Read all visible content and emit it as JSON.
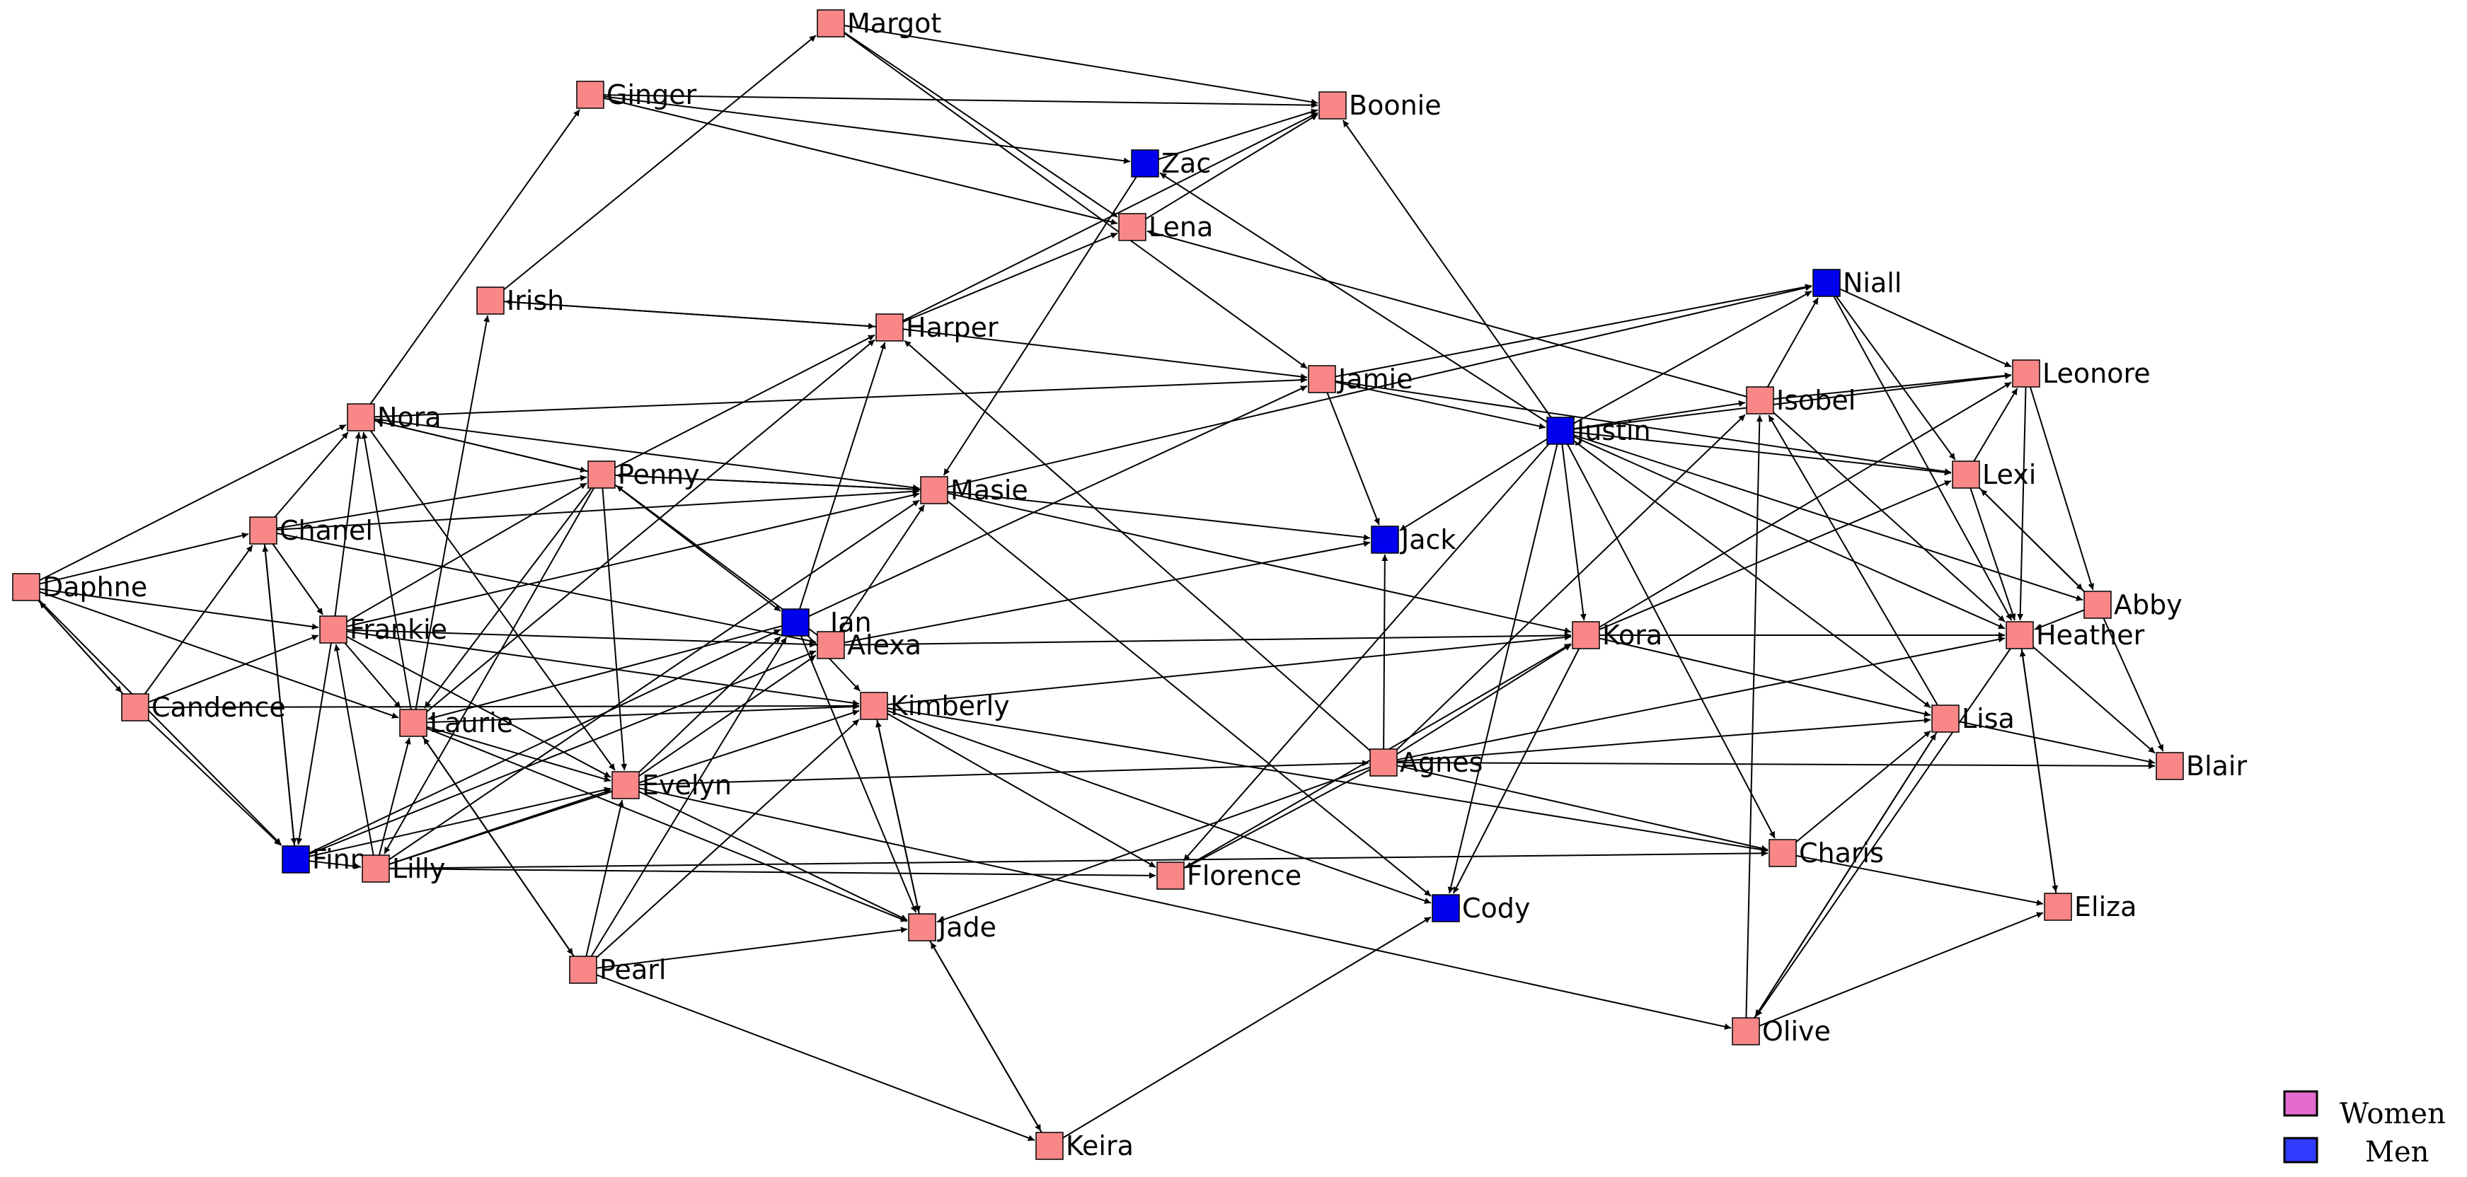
{
  "colors": {
    "women": "#f98787",
    "men": "#0000ee",
    "legend_women": "#e46ccf",
    "legend_men": "#2f3cff",
    "edge": "#000000"
  },
  "legend": {
    "women_label": "Women",
    "men_label": "Men"
  },
  "nodes": [
    {
      "id": "Margot",
      "label": "Margot",
      "gender": "women"
    },
    {
      "id": "Ginger",
      "label": "Ginger",
      "gender": "women"
    },
    {
      "id": "Boonie",
      "label": "Boonie",
      "gender": "women"
    },
    {
      "id": "Zac",
      "label": "Zac",
      "gender": "men"
    },
    {
      "id": "Lena",
      "label": "Lena",
      "gender": "women"
    },
    {
      "id": "Niall",
      "label": "Niall",
      "gender": "men"
    },
    {
      "id": "Irish",
      "label": "Irish",
      "gender": "women"
    },
    {
      "id": "Harper",
      "label": "Harper",
      "gender": "women"
    },
    {
      "id": "Jamie",
      "label": "Jamie",
      "gender": "women"
    },
    {
      "id": "Leonore",
      "label": "Leonore",
      "gender": "women"
    },
    {
      "id": "Isobel",
      "label": "Isobel",
      "gender": "women"
    },
    {
      "id": "Nora",
      "label": "Nora",
      "gender": "women"
    },
    {
      "id": "Justin",
      "label": "Justin",
      "gender": "men"
    },
    {
      "id": "Penny",
      "label": "Penny",
      "gender": "women"
    },
    {
      "id": "Lexi",
      "label": "Lexi",
      "gender": "women"
    },
    {
      "id": "Masie",
      "label": "Masie",
      "gender": "women"
    },
    {
      "id": "Chanel",
      "label": "Chanel",
      "gender": "women"
    },
    {
      "id": "Jack",
      "label": "Jack",
      "gender": "men"
    },
    {
      "id": "Daphne",
      "label": "Daphne",
      "gender": "women"
    },
    {
      "id": "Abby",
      "label": "Abby",
      "gender": "women"
    },
    {
      "id": "Ian",
      "label": "Ian",
      "gender": "men"
    },
    {
      "id": "Frankie",
      "label": "Frankie",
      "gender": "women"
    },
    {
      "id": "Alexa",
      "label": "Alexa",
      "gender": "women"
    },
    {
      "id": "Kora",
      "label": "Kora",
      "gender": "women"
    },
    {
      "id": "Heather",
      "label": "Heather",
      "gender": "women"
    },
    {
      "id": "Candence",
      "label": "Candence",
      "gender": "women"
    },
    {
      "id": "Kimberly",
      "label": "Kimberly",
      "gender": "women"
    },
    {
      "id": "Laurie",
      "label": "Laurie",
      "gender": "women"
    },
    {
      "id": "Lisa",
      "label": "Lisa",
      "gender": "women"
    },
    {
      "id": "Agnes",
      "label": "Agnes",
      "gender": "women"
    },
    {
      "id": "Blair",
      "label": "Blair",
      "gender": "women"
    },
    {
      "id": "Evelyn",
      "label": "Evelyn",
      "gender": "women"
    },
    {
      "id": "Finn",
      "label": "Finn",
      "gender": "men"
    },
    {
      "id": "Lilly",
      "label": "Lilly",
      "gender": "women"
    },
    {
      "id": "Charis",
      "label": "Charis",
      "gender": "women"
    },
    {
      "id": "Florence",
      "label": "Florence",
      "gender": "women"
    },
    {
      "id": "Cody",
      "label": "Cody",
      "gender": "men"
    },
    {
      "id": "Eliza",
      "label": "Eliza",
      "gender": "women"
    },
    {
      "id": "Jade",
      "label": "Jade",
      "gender": "women"
    },
    {
      "id": "Pearl",
      "label": "Pearl",
      "gender": "women"
    },
    {
      "id": "Olive",
      "label": "Olive",
      "gender": "women"
    },
    {
      "id": "Keira",
      "label": "Keira",
      "gender": "women"
    }
  ],
  "edges": [
    [
      "Ginger",
      "Boonie"
    ],
    [
      "Ginger",
      "Zac"
    ],
    [
      "Ginger",
      "Lena"
    ],
    [
      "Margot",
      "Boonie"
    ],
    [
      "Margot",
      "Lena"
    ],
    [
      "Margot",
      "Jamie"
    ],
    [
      "Irish",
      "Margot"
    ],
    [
      "Nora",
      "Ginger"
    ],
    [
      "Zac",
      "Boonie"
    ],
    [
      "Zac",
      "Masie"
    ],
    [
      "Lena",
      "Boonie"
    ],
    [
      "Harper",
      "Boonie"
    ],
    [
      "Harper",
      "Lena"
    ],
    [
      "Justin",
      "Boonie"
    ],
    [
      "Justin",
      "Zac"
    ],
    [
      "Irish",
      "Harper"
    ],
    [
      "Harper",
      "Irish"
    ],
    [
      "Harper",
      "Jamie"
    ],
    [
      "Isobel",
      "Lena"
    ],
    [
      "Jamie",
      "Niall"
    ],
    [
      "Jamie",
      "Justin"
    ],
    [
      "Jamie",
      "Lexi"
    ],
    [
      "Jamie",
      "Jack"
    ],
    [
      "Nora",
      "Jamie"
    ],
    [
      "Isobel",
      "Niall"
    ],
    [
      "Isobel",
      "Leonore"
    ],
    [
      "Isobel",
      "Heather"
    ],
    [
      "Lisa",
      "Isobel"
    ],
    [
      "Justin",
      "Isobel"
    ],
    [
      "Niall",
      "Leonore"
    ],
    [
      "Niall",
      "Lexi"
    ],
    [
      "Niall",
      "Heather"
    ],
    [
      "Justin",
      "Niall"
    ],
    [
      "Masie",
      "Niall"
    ],
    [
      "Leonore",
      "Abby"
    ],
    [
      "Leonore",
      "Heather"
    ],
    [
      "Lexi",
      "Leonore"
    ],
    [
      "Justin",
      "Leonore"
    ],
    [
      "Kora",
      "Leonore"
    ],
    [
      "Justin",
      "Lexi"
    ],
    [
      "Justin",
      "Abby"
    ],
    [
      "Justin",
      "Jack"
    ],
    [
      "Justin",
      "Kora"
    ],
    [
      "Justin",
      "Charis"
    ],
    [
      "Justin",
      "Heather"
    ],
    [
      "Justin",
      "Lisa"
    ],
    [
      "Justin",
      "Florence"
    ],
    [
      "Justin",
      "Cody"
    ],
    [
      "Lexi",
      "Abby"
    ],
    [
      "Lexi",
      "Heather"
    ],
    [
      "Abby",
      "Lexi"
    ],
    [
      "Abby",
      "Heather"
    ],
    [
      "Abby",
      "Blair"
    ],
    [
      "Heather",
      "Blair"
    ],
    [
      "Heather",
      "Eliza"
    ],
    [
      "Eliza",
      "Heather"
    ],
    [
      "Heather",
      "Olive"
    ],
    [
      "Olive",
      "Eliza"
    ],
    [
      "Charis",
      "Eliza"
    ],
    [
      "Lisa",
      "Blair"
    ],
    [
      "Olive",
      "Lisa"
    ],
    [
      "Lisa",
      "Olive"
    ],
    [
      "Kora",
      "Lisa"
    ],
    [
      "Kora",
      "Lexi"
    ],
    [
      "Kora",
      "Cody"
    ],
    [
      "Kora",
      "Heather"
    ],
    [
      "Agnes",
      "Kora"
    ],
    [
      "Agnes",
      "Lisa"
    ],
    [
      "Agnes",
      "Blair"
    ],
    [
      "Agnes",
      "Charis"
    ],
    [
      "Agnes",
      "Jack"
    ],
    [
      "Agnes",
      "Isobel"
    ],
    [
      "Agnes",
      "Heather"
    ],
    [
      "Agnes",
      "Harper"
    ],
    [
      "Agnes",
      "Florence"
    ],
    [
      "Agnes",
      "Jade"
    ],
    [
      "Masie",
      "Jack"
    ],
    [
      "Masie",
      "Kora"
    ],
    [
      "Masie",
      "Cody"
    ],
    [
      "Masie",
      "Penny"
    ],
    [
      "Penny",
      "Masie"
    ],
    [
      "Penny",
      "Harper"
    ],
    [
      "Penny",
      "Evelyn"
    ],
    [
      "Penny",
      "Laurie"
    ],
    [
      "Penny",
      "Lilly"
    ],
    [
      "Penny",
      "Ian"
    ],
    [
      "Penny",
      "Nora"
    ],
    [
      "Nora",
      "Penny"
    ],
    [
      "Nora",
      "Evelyn"
    ],
    [
      "Nora",
      "Masie"
    ],
    [
      "Chanel",
      "Penny"
    ],
    [
      "Chanel",
      "Nora"
    ],
    [
      "Chanel",
      "Masie"
    ],
    [
      "Chanel",
      "Frankie"
    ],
    [
      "Chanel",
      "Finn"
    ],
    [
      "Chanel",
      "Alexa"
    ],
    [
      "Daphne",
      "Chanel"
    ],
    [
      "Daphne",
      "Nora"
    ],
    [
      "Daphne",
      "Frankie"
    ],
    [
      "Daphne",
      "Laurie"
    ],
    [
      "Daphne",
      "Candence"
    ],
    [
      "Daphne",
      "Finn"
    ],
    [
      "Candence",
      "Daphne"
    ],
    [
      "Candence",
      "Chanel"
    ],
    [
      "Candence",
      "Kimberly"
    ],
    [
      "Candence",
      "Finn"
    ],
    [
      "Candence",
      "Frankie"
    ],
    [
      "Frankie",
      "Nora"
    ],
    [
      "Frankie",
      "Penny"
    ],
    [
      "Frankie",
      "Masie"
    ],
    [
      "Frankie",
      "Laurie"
    ],
    [
      "Frankie",
      "Alexa"
    ],
    [
      "Frankie",
      "Evelyn"
    ],
    [
      "Frankie",
      "Finn"
    ],
    [
      "Frankie",
      "Kimberly"
    ],
    [
      "Laurie",
      "Irish"
    ],
    [
      "Laurie",
      "Harper"
    ],
    [
      "Laurie",
      "Evelyn"
    ],
    [
      "Laurie",
      "Kimberly"
    ],
    [
      "Laurie",
      "Jade"
    ],
    [
      "Laurie",
      "Pearl"
    ],
    [
      "Laurie",
      "Nora"
    ],
    [
      "Ian",
      "Harper"
    ],
    [
      "Ian",
      "Jade"
    ],
    [
      "Ian",
      "Laurie"
    ],
    [
      "Ian",
      "Jamie"
    ],
    [
      "Ian",
      "Kimberly"
    ],
    [
      "Alexa",
      "Jack"
    ],
    [
      "Alexa",
      "Masie"
    ],
    [
      "Alexa",
      "Kora"
    ],
    [
      "Alexa",
      "Penny"
    ],
    [
      "Kimberly",
      "Kora"
    ],
    [
      "Kimberly",
      "Jade"
    ],
    [
      "Kimberly",
      "Florence"
    ],
    [
      "Kimberly",
      "Cody"
    ],
    [
      "Kimberly",
      "Charis"
    ],
    [
      "Jade",
      "Kimberly"
    ],
    [
      "Evelyn",
      "Ian"
    ],
    [
      "Evelyn",
      "Agnes"
    ],
    [
      "Evelyn",
      "Jade"
    ],
    [
      "Evelyn",
      "Olive"
    ],
    [
      "Evelyn",
      "Alexa"
    ],
    [
      "Lilly",
      "Evelyn"
    ],
    [
      "Lilly",
      "Laurie"
    ],
    [
      "Lilly",
      "Kimberly"
    ],
    [
      "Lilly",
      "Florence"
    ],
    [
      "Lilly",
      "Charis"
    ],
    [
      "Lilly",
      "Masie"
    ],
    [
      "Lilly",
      "Frankie"
    ],
    [
      "Finn",
      "Lilly"
    ],
    [
      "Finn",
      "Evelyn"
    ],
    [
      "Finn",
      "Ian"
    ],
    [
      "Finn",
      "Chanel"
    ],
    [
      "Finn",
      "Alexa"
    ],
    [
      "Pearl",
      "Evelyn"
    ],
    [
      "Pearl",
      "Jade"
    ],
    [
      "Pearl",
      "Kimberly"
    ],
    [
      "Pearl",
      "Keira"
    ],
    [
      "Pearl",
      "Laurie"
    ],
    [
      "Pearl",
      "Ian"
    ],
    [
      "Florence",
      "Kora"
    ],
    [
      "Jade",
      "Keira"
    ],
    [
      "Keira",
      "Jade"
    ],
    [
      "Keira",
      "Cody"
    ],
    [
      "Charis",
      "Lisa"
    ],
    [
      "Olive",
      "Isobel"
    ]
  ]
}
